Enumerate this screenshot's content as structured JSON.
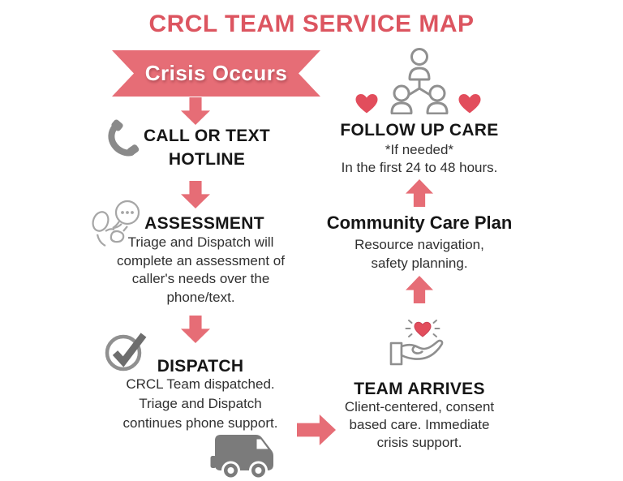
{
  "title": "CRCL TEAM SERVICE MAP",
  "colors": {
    "accent": "#e66d76",
    "heart": "#e24d5c",
    "title_red": "#dc5560",
    "heading": "#161616",
    "body": "#303030",
    "icon_gray": "#8a8a8a",
    "icon_dark_gray": "#6d6d6d",
    "icon_light_gray": "#a6a6a6",
    "van_gray": "#7b7b7b"
  },
  "banner": {
    "label": "Crisis Occurs"
  },
  "steps": {
    "hotline": {
      "icon": "phone-icon",
      "title_lines": [
        "CALL OR TEXT",
        "HOTLINE"
      ]
    },
    "assessment": {
      "icon": "person-texting-icon",
      "title": "ASSESSMENT",
      "body_lines": [
        "Triage and Dispatch will",
        "complete an assessment of",
        "caller's needs over the",
        "phone/text."
      ]
    },
    "dispatch": {
      "icon": "check-circle-icon",
      "title": "DISPATCH",
      "body_lines": [
        "CRCL Team dispatched.",
        "Triage and Dispatch",
        "continues phone support."
      ]
    },
    "team_arrives": {
      "icon": "hand-holding-heart-icon",
      "title": "TEAM ARRIVES",
      "body_lines": [
        "Client-centered, consent",
        "based care. Immediate",
        "crisis support."
      ]
    },
    "community_care_plan": {
      "title": "Community Care Plan",
      "body_lines": [
        "Resource navigation,",
        "safety planning."
      ]
    },
    "follow_up_care": {
      "icon": "people-network-icon",
      "title": "FOLLOW UP CARE",
      "body_lines": [
        "*If needed*",
        "In the first 24 to 48 hours."
      ]
    }
  },
  "decorations": {
    "van_icon": "delivery-van-icon",
    "heart_icons": [
      "heart-icon",
      "heart-icon"
    ],
    "flow_arrows": [
      "down",
      "down",
      "down",
      "right",
      "up",
      "up"
    ]
  }
}
